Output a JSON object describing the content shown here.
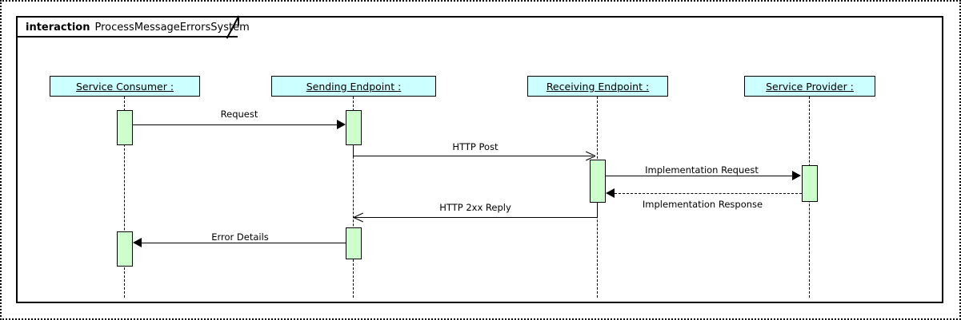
{
  "frame": {
    "keyword": "interaction",
    "name": "ProcessMessageErrorsSystem"
  },
  "lifelines": [
    {
      "id": "service-consumer",
      "label": "Service Consumer  :"
    },
    {
      "id": "sending-endpoint",
      "label": "Sending Endpoint  :"
    },
    {
      "id": "receiving-endpoint",
      "label": "Receiving Endpoint  :"
    },
    {
      "id": "service-provider",
      "label": "Service Provider  :"
    }
  ],
  "messages": [
    {
      "id": "request",
      "label": "Request",
      "from": "service-consumer",
      "to": "sending-endpoint",
      "style": "solid",
      "arrow": "filled",
      "direction": "right"
    },
    {
      "id": "http-post",
      "label": "HTTP Post",
      "from": "sending-endpoint",
      "to": "receiving-endpoint",
      "style": "solid",
      "arrow": "open",
      "direction": "right"
    },
    {
      "id": "implementation-request",
      "label": "Implementation Request",
      "from": "receiving-endpoint",
      "to": "service-provider",
      "style": "solid",
      "arrow": "filled",
      "direction": "right"
    },
    {
      "id": "implementation-response",
      "label": "Implementation Response",
      "from": "service-provider",
      "to": "receiving-endpoint",
      "style": "dashed",
      "arrow": "filled",
      "direction": "left"
    },
    {
      "id": "http-2xx-reply",
      "label": "HTTP 2xx Reply",
      "from": "receiving-endpoint",
      "to": "sending-endpoint",
      "style": "solid",
      "arrow": "open",
      "direction": "left"
    },
    {
      "id": "error-details",
      "label": "Error Details",
      "from": "sending-endpoint",
      "to": "service-consumer",
      "style": "solid",
      "arrow": "filled",
      "direction": "left"
    }
  ],
  "colors": {
    "lifeline_header_fill": "#ccffff",
    "activation_fill": "#ccffcc",
    "stroke": "#000000",
    "background": "#ffffff"
  }
}
